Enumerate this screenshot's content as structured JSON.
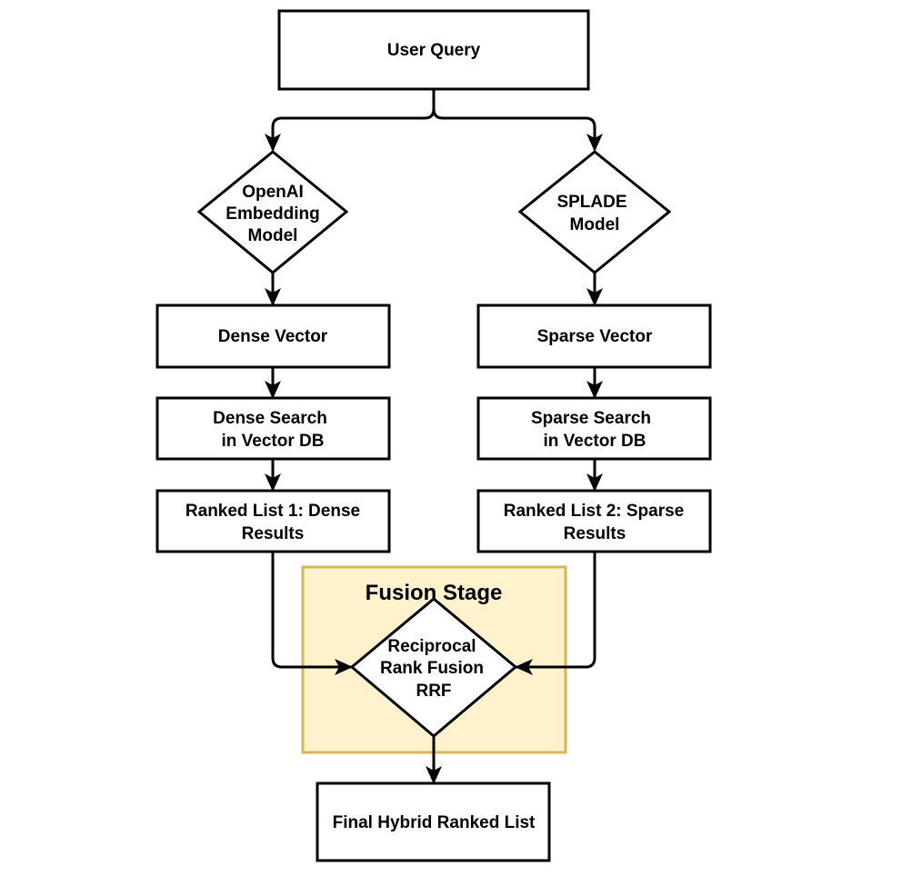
{
  "diagram": {
    "group": {
      "label": "Fusion Stage",
      "fill": "#fff2cc",
      "stroke": "#d6b656"
    },
    "nodes": {
      "user_query": {
        "shape": "rectangle",
        "lines": [
          "User Query"
        ]
      },
      "openai_model": {
        "shape": "diamond",
        "lines": [
          "OpenAI",
          "Embedding",
          "Model"
        ]
      },
      "splade_model": {
        "shape": "diamond",
        "lines": [
          "SPLADE",
          "Model"
        ]
      },
      "dense_vector": {
        "shape": "rectangle",
        "lines": [
          "Dense Vector"
        ]
      },
      "sparse_vector": {
        "shape": "rectangle",
        "lines": [
          "Sparse Vector"
        ]
      },
      "dense_search": {
        "shape": "rectangle",
        "lines": [
          "Dense Search",
          "in Vector DB"
        ]
      },
      "sparse_search": {
        "shape": "rectangle",
        "lines": [
          "Sparse Search",
          "in Vector DB"
        ]
      },
      "ranked_dense": {
        "shape": "rectangle",
        "lines": [
          "Ranked List 1: Dense",
          "Results"
        ]
      },
      "ranked_sparse": {
        "shape": "rectangle",
        "lines": [
          "Ranked List 2: Sparse",
          "Results"
        ]
      },
      "rrf": {
        "shape": "diamond",
        "lines": [
          "Reciprocal",
          "Rank Fusion",
          "RRF"
        ]
      },
      "final_list": {
        "shape": "rectangle",
        "lines": [
          "Final Hybrid Ranked List"
        ]
      }
    },
    "edges": [
      {
        "from": "user_query",
        "to": "openai_model"
      },
      {
        "from": "user_query",
        "to": "splade_model"
      },
      {
        "from": "openai_model",
        "to": "dense_vector"
      },
      {
        "from": "splade_model",
        "to": "sparse_vector"
      },
      {
        "from": "dense_vector",
        "to": "dense_search"
      },
      {
        "from": "sparse_vector",
        "to": "sparse_search"
      },
      {
        "from": "dense_search",
        "to": "ranked_dense"
      },
      {
        "from": "sparse_search",
        "to": "ranked_sparse"
      },
      {
        "from": "ranked_dense",
        "to": "rrf"
      },
      {
        "from": "ranked_sparse",
        "to": "rrf"
      },
      {
        "from": "rrf",
        "to": "final_list"
      }
    ]
  }
}
